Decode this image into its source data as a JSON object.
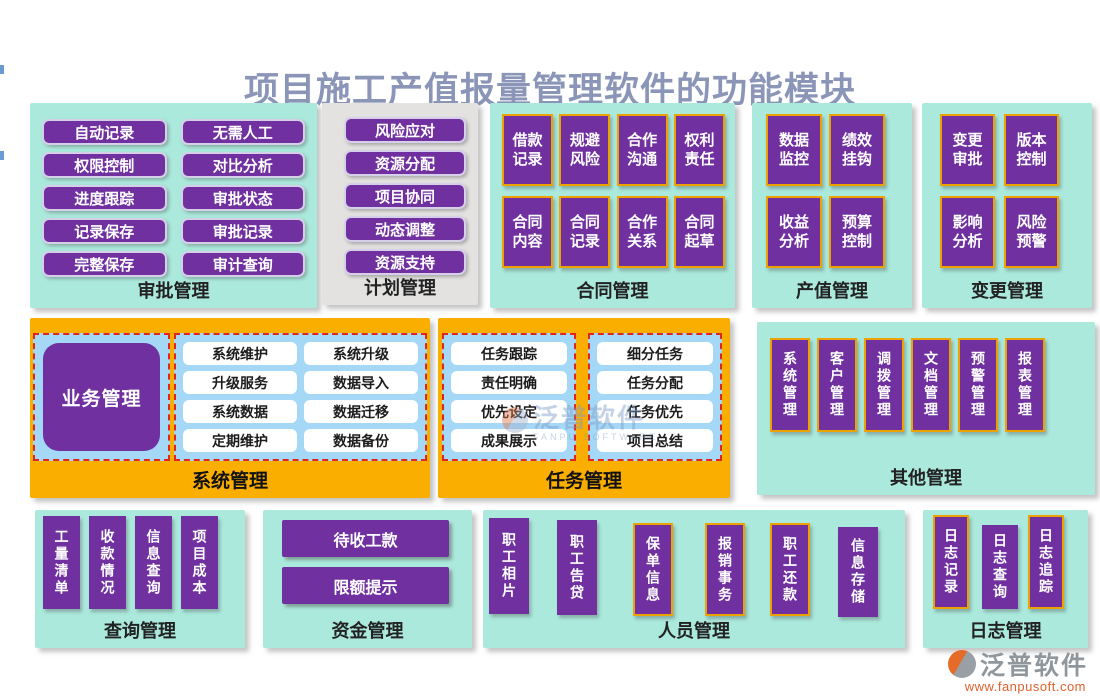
{
  "title": "项目施工产值报量管理软件的功能模块",
  "watermark": {
    "text": "泛普软件",
    "subtext": "FANPU SOFTWARE"
  },
  "logo": {
    "brand": "泛普软件",
    "url": "www.fanpusoft.com"
  },
  "colors": {
    "panel_teal": "#abe9dc",
    "panel_gray": "#e3e2e1",
    "panel_orange": "#faae00",
    "module_purple": "#7030a0",
    "inner_blue": "#a5d8f6",
    "tile_border_gold": "#eda200",
    "dashed_border_red": "#e0251c",
    "title_text": "#8a95b7",
    "url_orange": "#e2612c"
  },
  "panels": {
    "approval": {
      "label": "审批管理",
      "items": [
        "自动记录",
        "无需人工",
        "权限控制",
        "对比分析",
        "进度跟踪",
        "审批状态",
        "记录保存",
        "审批记录",
        "完整保存",
        "审计查询"
      ]
    },
    "plan": {
      "label": "计划管理",
      "items": [
        "风险应对",
        "资源分配",
        "项目协同",
        "动态调整",
        "资源支持"
      ]
    },
    "contract": {
      "label": "合同管理",
      "items": [
        "借款记录",
        "规避风险",
        "合作沟通",
        "权利责任",
        "合同内容",
        "合同记录",
        "合作关系",
        "合同起草"
      ]
    },
    "output": {
      "label": "产值管理",
      "items": [
        "数据监控",
        "绩效挂钩",
        "收益分析",
        "预算控制"
      ]
    },
    "change": {
      "label": "变更管理",
      "items": [
        "变更审批",
        "版本控制",
        "影响分析",
        "风险预警"
      ]
    },
    "system": {
      "label": "系统管理",
      "core": "业务管理",
      "items": [
        "系统维护",
        "系统升级",
        "升级服务",
        "数据导入",
        "系统数据",
        "数据迁移",
        "定期维护",
        "数据备份"
      ]
    },
    "task": {
      "label": "任务管理",
      "left": [
        "任务跟踪",
        "责任明确",
        "优先设定",
        "成果展示"
      ],
      "right": [
        "细分任务",
        "任务分配",
        "任务优先",
        "项目总结"
      ]
    },
    "other": {
      "label": "其他管理",
      "items": [
        "系统管理",
        "客户管理",
        "调拨管理",
        "文档管理",
        "预警管理",
        "报表管理"
      ]
    },
    "query": {
      "label": "查询管理",
      "items": [
        "工量清单",
        "收款情况",
        "信息查询",
        "项目成本"
      ]
    },
    "funds": {
      "label": "资金管理",
      "items": [
        "待收工款",
        "限额提示"
      ]
    },
    "personnel": {
      "label": "人员管理",
      "items": [
        "职工相片",
        "职工告贷",
        "保单信息",
        "报销事务",
        "职工还款",
        "信息存储"
      ]
    },
    "log": {
      "label": "日志管理",
      "items": [
        "日志记录",
        "日志查询",
        "日志追踪"
      ]
    }
  }
}
